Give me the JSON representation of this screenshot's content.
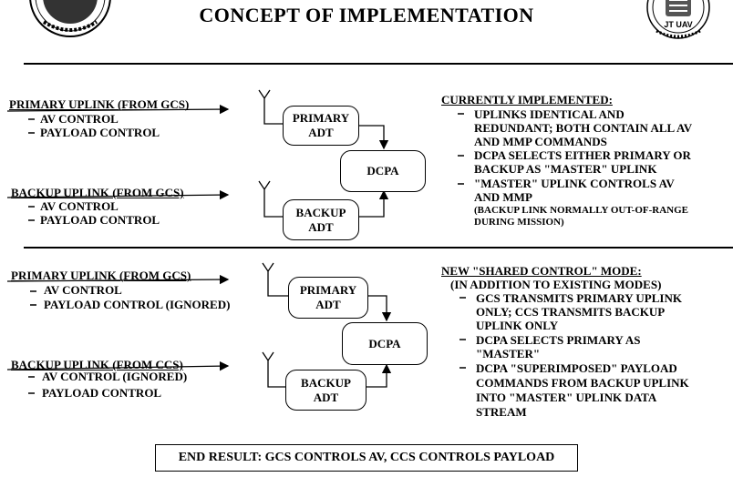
{
  "title": "CONCEPT OF IMPLEMENTATION",
  "logo_right_text": "JT UAV",
  "top": {
    "primary_uplink": "PRIMARY UPLINK (FROM GCS)",
    "primary_items": [
      "AV CONTROL",
      "PAYLOAD CONTROL"
    ],
    "backup_uplink": "BACKUP UPLINK (FROM GCS)",
    "backup_items": [
      "AV CONTROL",
      "PAYLOAD CONTROL"
    ],
    "box_primary": [
      "PRIMARY",
      "ADT"
    ],
    "box_backup": [
      "BACKUP",
      "ADT"
    ],
    "box_dcpa": "DCPA",
    "heading": "CURRENTLY IMPLEMENTED:",
    "notes": [
      [
        "UPLINKS IDENTICAL AND",
        "REDUNDANT; BOTH CONTAIN ALL AV",
        "AND MMP COMMANDS"
      ],
      [
        "DCPA SELECTS EITHER PRIMARY OR",
        "BACKUP AS \"MASTER\" UPLINK"
      ],
      [
        "\"MASTER\" UPLINK CONTROLS AV",
        "AND MMP"
      ]
    ],
    "small_note": [
      "(BACKUP LINK NORMALLY OUT-OF-RANGE",
      "DURING MISSION)"
    ]
  },
  "bottom": {
    "primary_uplink": "PRIMARY UPLINK (FROM GCS)",
    "primary_items": [
      "AV CONTROL",
      "PAYLOAD CONTROL (IGNORED)"
    ],
    "backup_uplink": "BACKUP UPLINK (FROM CCS)",
    "backup_items": [
      "AV CONTROL (IGNORED)",
      "PAYLOAD CONTROL"
    ],
    "box_primary": [
      "PRIMARY",
      "ADT"
    ],
    "box_backup": [
      "BACKUP",
      "ADT"
    ],
    "box_dcpa": "DCPA",
    "heading": "NEW \"SHARED CONTROL\" MODE:",
    "subheading": "(IN ADDITION TO EXISTING MODES)",
    "notes": [
      [
        "GCS TRANSMITS PRIMARY UPLINK",
        "ONLY; CCS TRANSMITS BACKUP",
        "UPLINK ONLY"
      ],
      [
        "DCPA SELECTS PRIMARY AS",
        "\"MASTER\""
      ],
      [
        "DCPA \"SUPERIMPOSED\" PAYLOAD",
        "COMMANDS FROM BACKUP UPLINK",
        "INTO \"MASTER\" UPLINK DATA",
        "STREAM"
      ]
    ]
  },
  "result": "END RESULT:  GCS CONTROLS AV, CCS CONTROLS PAYLOAD"
}
